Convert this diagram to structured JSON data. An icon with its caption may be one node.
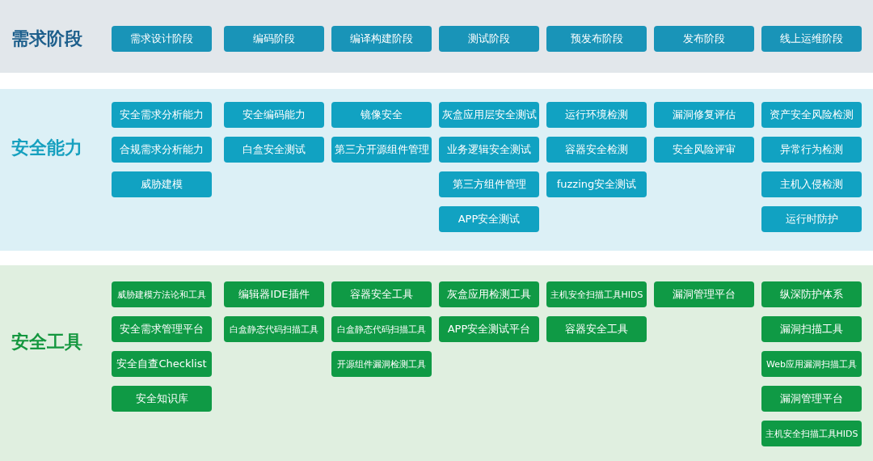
{
  "diagram": {
    "nodes": [
      {
        "text": [
          "需求阶段"
        ]
      },
      {
        "text": [
          "需求设计阶段"
        ],
        "in": 0
      },
      {
        "text": [
          "编码阶段"
        ],
        "in": 0
      },
      {
        "text": [
          "编译构建阶段"
        ],
        "in": 0
      },
      {
        "text": [
          "测试阶段"
        ],
        "in": 0
      },
      {
        "text": [
          "预发布阶段"
        ],
        "in": 0
      },
      {
        "text": [
          "发布阶段"
        ],
        "in": 0
      },
      {
        "text": [
          "线上运维阶段"
        ],
        "in": 0
      },
      {
        "text": [
          "安全能力"
        ]
      },
      {
        "text": [
          "安全需求分析能力"
        ],
        "in": 8
      },
      {
        "text": [
          "合规需求分析能力"
        ],
        "in": 8
      },
      {
        "text": [
          "威胁建模"
        ],
        "in": 8
      },
      {
        "text": [
          "安全编码能力"
        ],
        "in": 8
      },
      {
        "text": [
          "白盒安全测试"
        ],
        "in": 8
      },
      {
        "text": [
          "镜像安全"
        ],
        "in": 8
      },
      {
        "text": [
          "第三方开源组件管理"
        ],
        "in": 8
      },
      {
        "text": [
          "灰盒应用层安全测试"
        ],
        "in": 8
      },
      {
        "text": [
          "业务逻辑安全测试"
        ],
        "in": 8
      },
      {
        "text": [
          "第三方组件管理"
        ],
        "in": 8
      },
      {
        "text": [
          "APP安全测试"
        ],
        "in": 8
      },
      {
        "text": [
          "运行环境检测"
        ],
        "in": 8
      },
      {
        "text": [
          "容器安全检测"
        ],
        "in": 8
      },
      {
        "text": [
          "fuzzing安全测试"
        ],
        "in": 8
      },
      {
        "text": [
          "漏洞修复评估"
        ],
        "in": 8
      },
      {
        "text": [
          "安全风险评审"
        ],
        "in": 8
      },
      {
        "text": [
          "资产安全风险检测"
        ],
        "in": 8
      },
      {
        "text": [
          "异常行为检测"
        ],
        "in": 8
      },
      {
        "text": [
          "主机入侵检测"
        ],
        "in": 8
      },
      {
        "text": [
          "运行时防护"
        ],
        "in": 8
      },
      {
        "text": [
          "安全工具"
        ]
      },
      {
        "text": [
          "威胁建模方法论和工具"
        ],
        "in": 29
      },
      {
        "text": [
          "安全需求管理平台"
        ],
        "in": 29
      },
      {
        "text": [
          "安全自查Checklist"
        ],
        "in": 29
      },
      {
        "text": [
          "安全知识库"
        ],
        "in": 29
      },
      {
        "text": [
          "编辑器IDE插件"
        ],
        "in": 29
      },
      {
        "text": [
          "白盒静态代码扫描工具"
        ],
        "in": 29
      },
      {
        "text": [
          "容器安全工具"
        ],
        "in": 29
      },
      {
        "text": [
          "白盒静态代码扫描工具"
        ],
        "in": 29
      },
      {
        "text": [
          "开源组件漏洞检测工具"
        ],
        "in": 29
      },
      {
        "text": [
          "灰盒应用检测工具"
        ],
        "in": 29
      },
      {
        "text": [
          "APP安全测试平台"
        ],
        "in": 29
      },
      {
        "text": [
          "主机安全扫描工具HIDS"
        ],
        "in": 29
      },
      {
        "text": [
          "容器安全工具"
        ],
        "in": 29
      },
      {
        "text": [
          "漏洞管理平台"
        ],
        "in": 29
      },
      {
        "text": [
          "纵深防护体系"
        ],
        "in": 29
      },
      {
        "text": [
          "漏洞扫描工具"
        ],
        "in": 29
      },
      {
        "text": [
          "Web应用漏洞扫描工具"
        ],
        "in": 29
      },
      {
        "text": [
          "漏洞管理平台"
        ],
        "in": 29
      },
      {
        "text": [
          "主机安全扫描工具HIDS"
        ],
        "in": 29
      }
    ]
  }
}
